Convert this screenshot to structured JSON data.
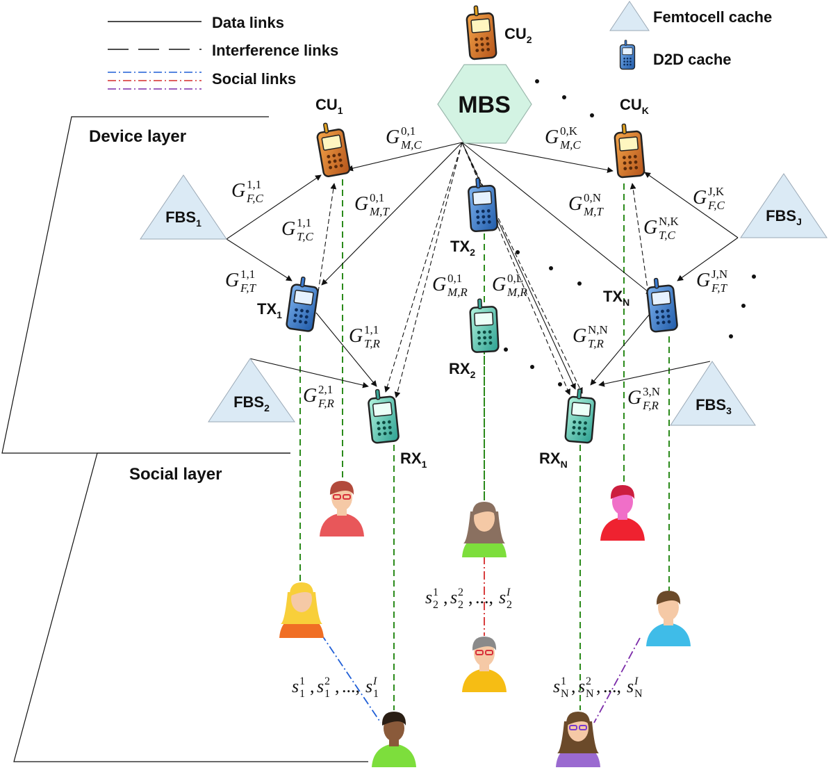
{
  "legend": {
    "data_links": "Data links",
    "interference_links": "Interference links",
    "social_links": "Social links",
    "femtocell_cache": "Femtocell cache",
    "d2d_cache": "D2D cache"
  },
  "layers": {
    "device": "Device layer",
    "social": "Social layer"
  },
  "nodes": {
    "mbs": "MBS",
    "cu1": [
      "CU",
      "1"
    ],
    "cu2": [
      "CU",
      "2"
    ],
    "cuk": [
      "CU",
      "K"
    ],
    "fbs1": [
      "FBS",
      "1"
    ],
    "fbs2": [
      "FBS",
      "2"
    ],
    "fbs3": [
      "FBS",
      "3"
    ],
    "fbsj": [
      "FBS",
      "J"
    ],
    "tx1": [
      "TX",
      "1"
    ],
    "tx2": [
      "TX",
      "2"
    ],
    "txn": [
      "TX",
      "N"
    ],
    "rx1": [
      "RX",
      "1"
    ],
    "rx2": [
      "RX",
      "2"
    ],
    "rxn": [
      "RX",
      "N"
    ]
  },
  "gains": [
    {
      "sup": "0,1",
      "sub": "M,C"
    },
    {
      "sup": "0,K",
      "sub": "M,C"
    },
    {
      "sup": "1,1",
      "sub": "F,C"
    },
    {
      "sup": "0,1",
      "sub": "M,T"
    },
    {
      "sup": "0,N",
      "sub": "M,T"
    },
    {
      "sup": "J,K",
      "sub": "F,C"
    },
    {
      "sup": "1,1",
      "sub": "T,C"
    },
    {
      "sup": "N,K",
      "sub": "T,C"
    },
    {
      "sup": "1,1",
      "sub": "F,T"
    },
    {
      "sup": "0,1",
      "sub": "M,R"
    },
    {
      "sup": "0,L",
      "sub": "M,R"
    },
    {
      "sup": "J,N",
      "sub": "F,T"
    },
    {
      "sup": "1,1",
      "sub": "T,R"
    },
    {
      "sup": "N,N",
      "sub": "T,R"
    },
    {
      "sup": "2,1",
      "sub": "F,R"
    },
    {
      "sup": "3,N",
      "sub": "F,R"
    }
  ],
  "seqs": [
    {
      "s": "s",
      "sub": "1",
      "sups": [
        "1",
        "2",
        "I"
      ]
    },
    {
      "s": "s",
      "sub": "2",
      "sups": [
        "1",
        "2",
        "I"
      ]
    },
    {
      "s": "s",
      "sub": "N",
      "sups": [
        "1",
        "2",
        "I"
      ]
    }
  ],
  "colors": {
    "femto": "#dbeaf5",
    "mbs": "#d3f3e3",
    "green_link": "#2a8a1a",
    "social_blue": "#1f5ed6",
    "social_red": "#d42a2a",
    "social_purple": "#7a2aa8"
  },
  "icons": {
    "phone_cu": "phone-orange-icon",
    "phone_tx": "phone-blue-icon",
    "phone_rx": "phone-cyan-icon",
    "user": "person-avatar-icon"
  }
}
